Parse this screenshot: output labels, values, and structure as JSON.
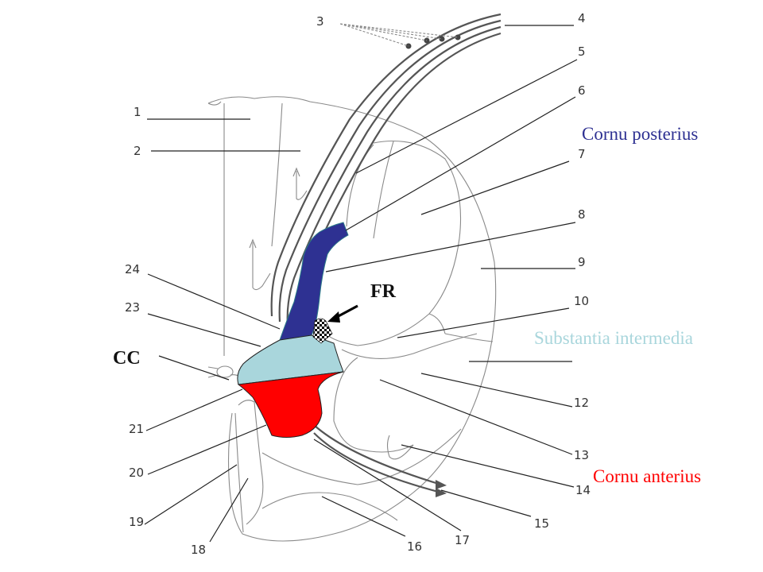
{
  "numbers": [
    "1",
    "2",
    "3",
    "4",
    "5",
    "6",
    "7",
    "8",
    "9",
    "10",
    "12",
    "13",
    "14",
    "15",
    "16",
    "17",
    "18",
    "19",
    "20",
    "21",
    "23",
    "24"
  ],
  "labels": {
    "cornu_posterius": "Cornu posterius",
    "substantia_intermedia": "Substantia intermedia",
    "cornu_anterius": "Cornu anterius",
    "fr": "FR",
    "cc": "CC"
  },
  "colors": {
    "cornu_posterius": "#2e3192",
    "substantia_intermedia": "#a9d6dc",
    "cornu_anterius": "#ff0000",
    "lines": "#222222",
    "outline": "#8a8a8a"
  }
}
